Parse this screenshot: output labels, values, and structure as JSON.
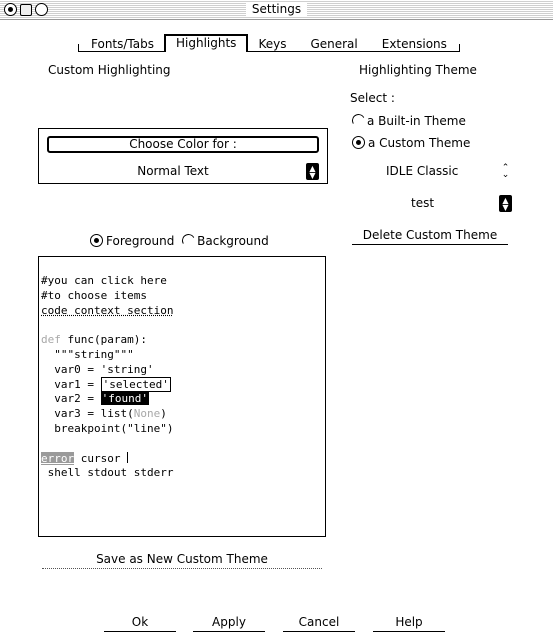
{
  "window": {
    "title": "Settings"
  },
  "tabs": [
    {
      "label": "Fonts/Tabs",
      "active": false
    },
    {
      "label": "Highlights",
      "active": true
    },
    {
      "label": "Keys",
      "active": false
    },
    {
      "label": "General",
      "active": false
    },
    {
      "label": "Extensions",
      "active": false
    }
  ],
  "custom_highlighting": {
    "heading": "Custom Highlighting",
    "choose_color_label": "Choose Color for :",
    "target_element": "Normal Text",
    "foreground_label": "Foreground",
    "background_label": "Background",
    "fg_bg_selected": "Foreground",
    "sample_lines": {
      "l1": "#you can click here",
      "l2": "#to choose items",
      "l3": "code context section",
      "l4_def": "def",
      "l4_rest": " func(param):",
      "l5": "  \"\"\"string\"\"\"",
      "l6": "  var0 = 'string'",
      "l7_pre": "  var1 = ",
      "l7_sel": "'selected'",
      "l8_pre": "  var2 = ",
      "l8_found": "'found'",
      "l9_pre": "  var3 = list(",
      "l9_none": "None",
      "l9_post": ")",
      "l10": "  breakpoint(\"line\")",
      "l12_error": "error",
      "l12_rest": " cursor ",
      "l13": " shell stdout stderr"
    },
    "save_button": "Save as New Custom Theme"
  },
  "highlighting_theme": {
    "heading": "Highlighting Theme",
    "select_label": "Select :",
    "builtin_label": "a Built-in Theme",
    "custom_label": "a Custom Theme",
    "selected_type": "custom",
    "builtin_theme": "IDLE Classic",
    "custom_theme": "test",
    "delete_button": "Delete Custom Theme"
  },
  "footer": {
    "ok": "Ok",
    "apply": "Apply",
    "cancel": "Cancel",
    "help": "Help"
  }
}
